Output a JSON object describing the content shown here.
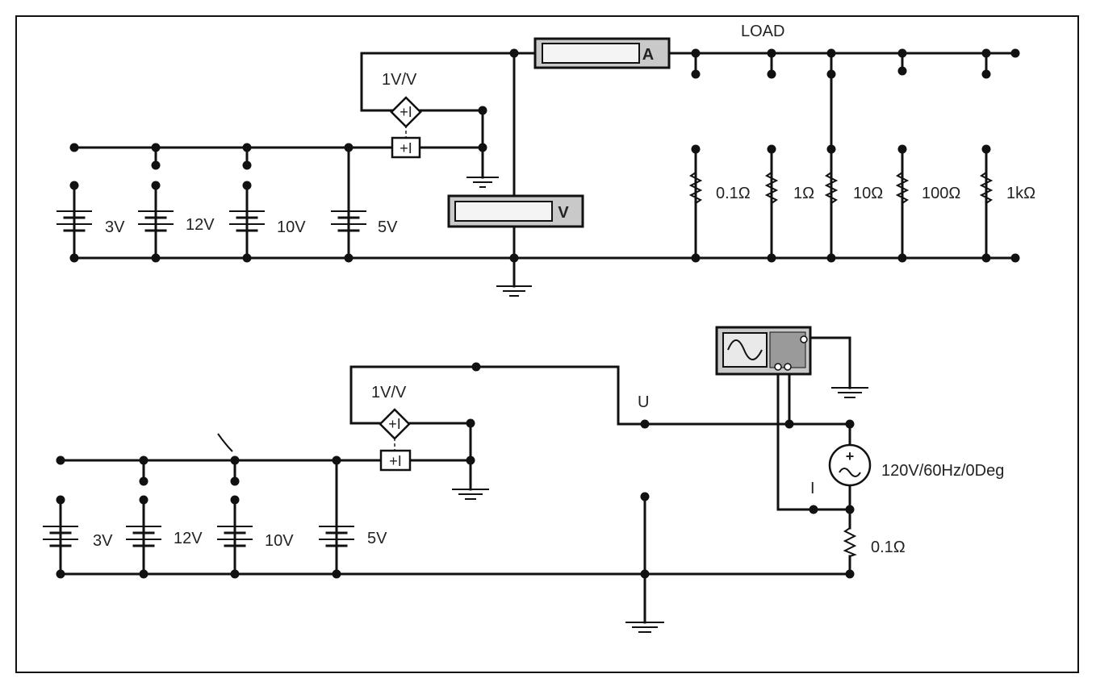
{
  "top_circuit": {
    "sources": [
      "3V",
      "12V",
      "10V",
      "5V"
    ],
    "gain": "1V/V",
    "ammeter": "A",
    "voltmeter": "V",
    "load_title": "LOAD",
    "load_resistors": [
      "0.1Ω",
      "1Ω",
      "10Ω",
      "100Ω",
      "1kΩ"
    ],
    "dep_source": "+I",
    "ctrl_source": "+I"
  },
  "bottom_circuit": {
    "sources": [
      "3V",
      "12V",
      "10V",
      "5V"
    ],
    "gain": "1V/V",
    "node_u": "U",
    "node_i": "I",
    "ac_source": "120V/60Hz/0Deg",
    "shunt": "0.1Ω",
    "dep_source": "+I",
    "ctrl_source": "+I"
  },
  "colors": {
    "wire": "#111111",
    "background": "#ffffff",
    "meter_body": "#c9c9c9",
    "scope_screen": "#e9e9e9"
  }
}
